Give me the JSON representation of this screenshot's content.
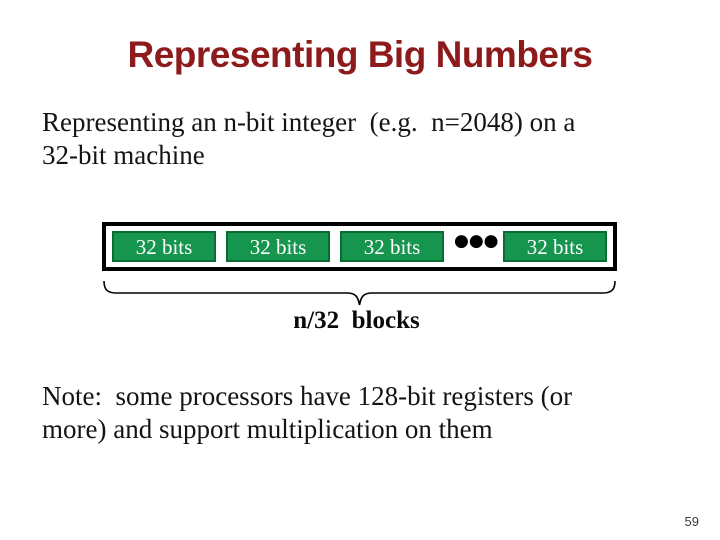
{
  "slide": {
    "title": "Representing Big Numbers",
    "body_text": "Representing an n-bit integer  (e.g.  n=2048) on a\n32-bit machine",
    "note_text": "Note:  some processors have 128-bit registers (or\nmore) and support multiplication on them",
    "page_number": "59"
  },
  "diagram": {
    "blocks": [
      "32 bits",
      "32 bits",
      "32 bits",
      "32 bits"
    ],
    "ellipsis": "●●●",
    "brace_label": "n/32  blocks",
    "colors": {
      "title_red": "#8E1B1B",
      "block_fill": "#16954E",
      "block_border": "#0B6B35",
      "box_border": "#000000"
    }
  }
}
